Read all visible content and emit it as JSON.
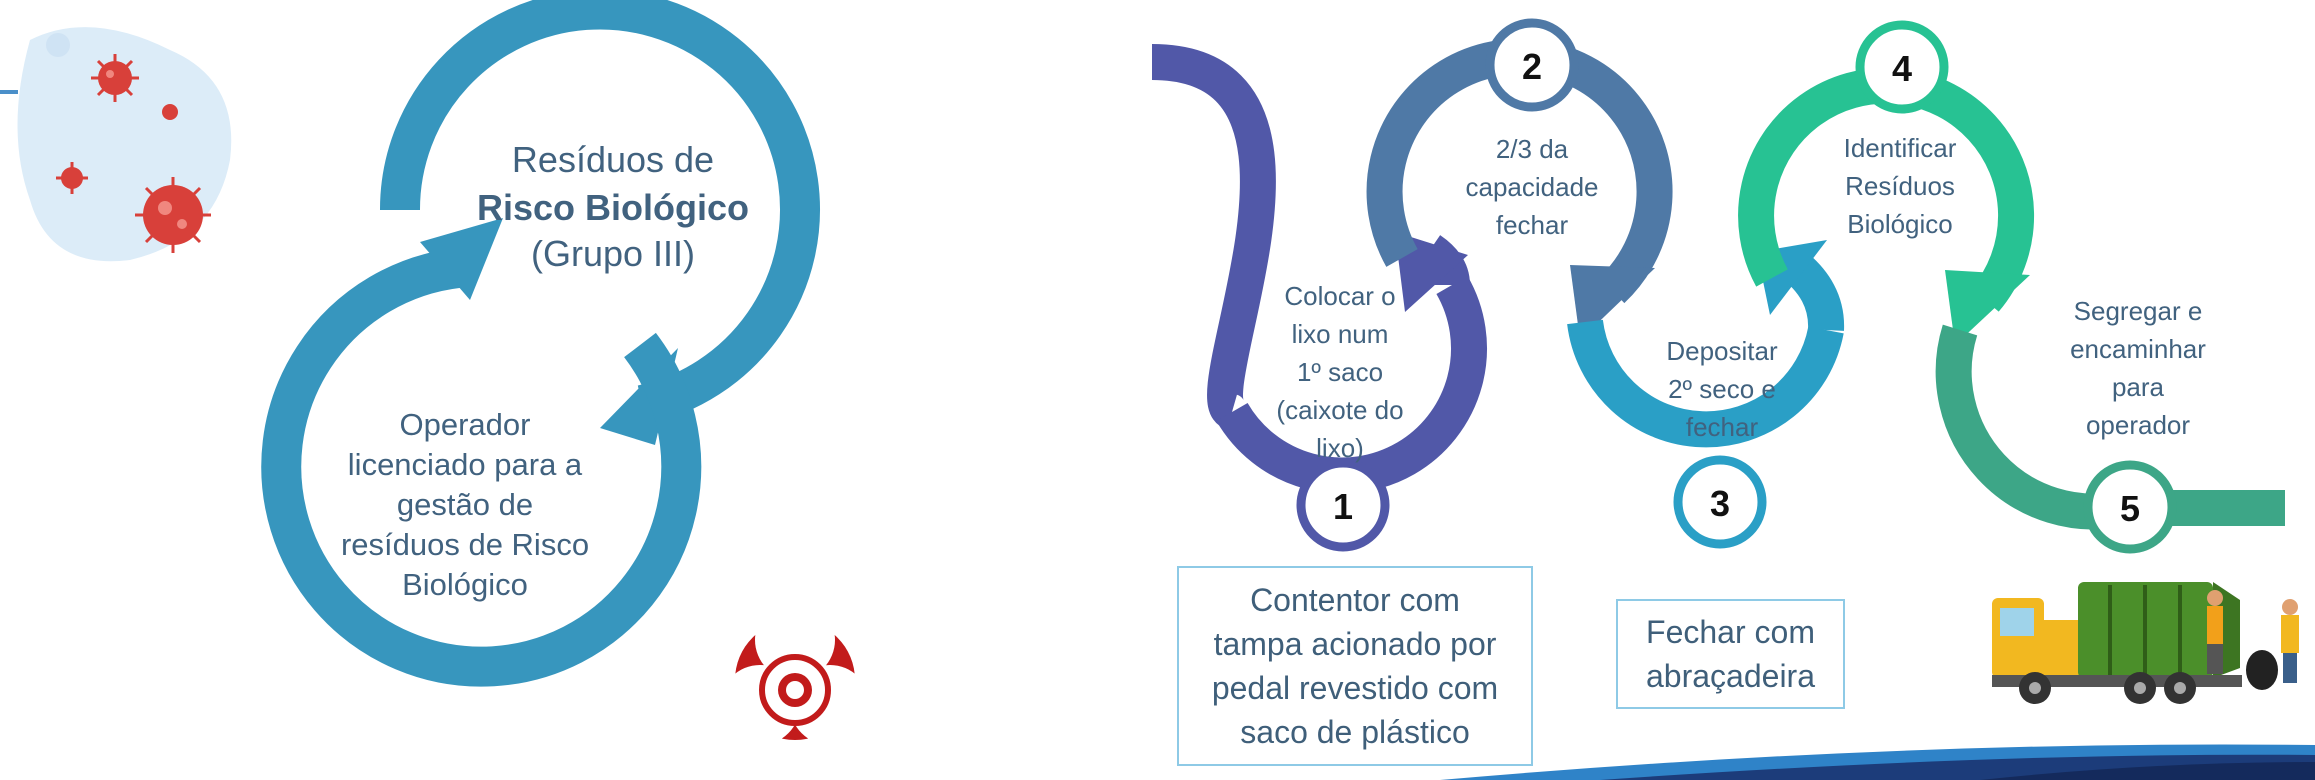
{
  "left_cycle": {
    "top_lines": [
      "Resíduos de",
      "Risco Biológico",
      "(Grupo III)"
    ],
    "bottom_lines": [
      "Operador",
      "licenciado para a",
      "gestão de",
      "resíduos de Risco",
      "Biológico"
    ]
  },
  "steps": [
    {
      "number": "1",
      "lines": [
        "Colocar o",
        "lixo num",
        "1º saco",
        "(caixote do",
        "lixo)"
      ]
    },
    {
      "number": "2",
      "lines": [
        "2/3 da",
        "capacidade",
        "fechar"
      ]
    },
    {
      "number": "3",
      "lines": [
        "Depositar",
        "2º seco e",
        "fechar"
      ]
    },
    {
      "number": "4",
      "lines": [
        "Identificar",
        "Resíduos",
        "Biológico"
      ]
    },
    {
      "number": "5",
      "lines": [
        "Segregar e",
        "encaminhar",
        "para",
        "operador"
      ]
    }
  ],
  "notes": {
    "container": "Contentor com\ntampa acionado por\npedal revestido com\nsaco de plástico",
    "tie": "Fechar com\nabraçadeira"
  },
  "icons": [
    "virus-icon",
    "biohazard-icon",
    "garbage-truck-icon"
  ],
  "colors": {
    "left_cycle": "#3796be",
    "step1": "#5158a8",
    "step2": "#4f79a6",
    "step3": "#2a9fc6",
    "step4": "#27c293",
    "step5": "#3da687",
    "text": "#41627f",
    "biohazard": "#c21b1b"
  }
}
